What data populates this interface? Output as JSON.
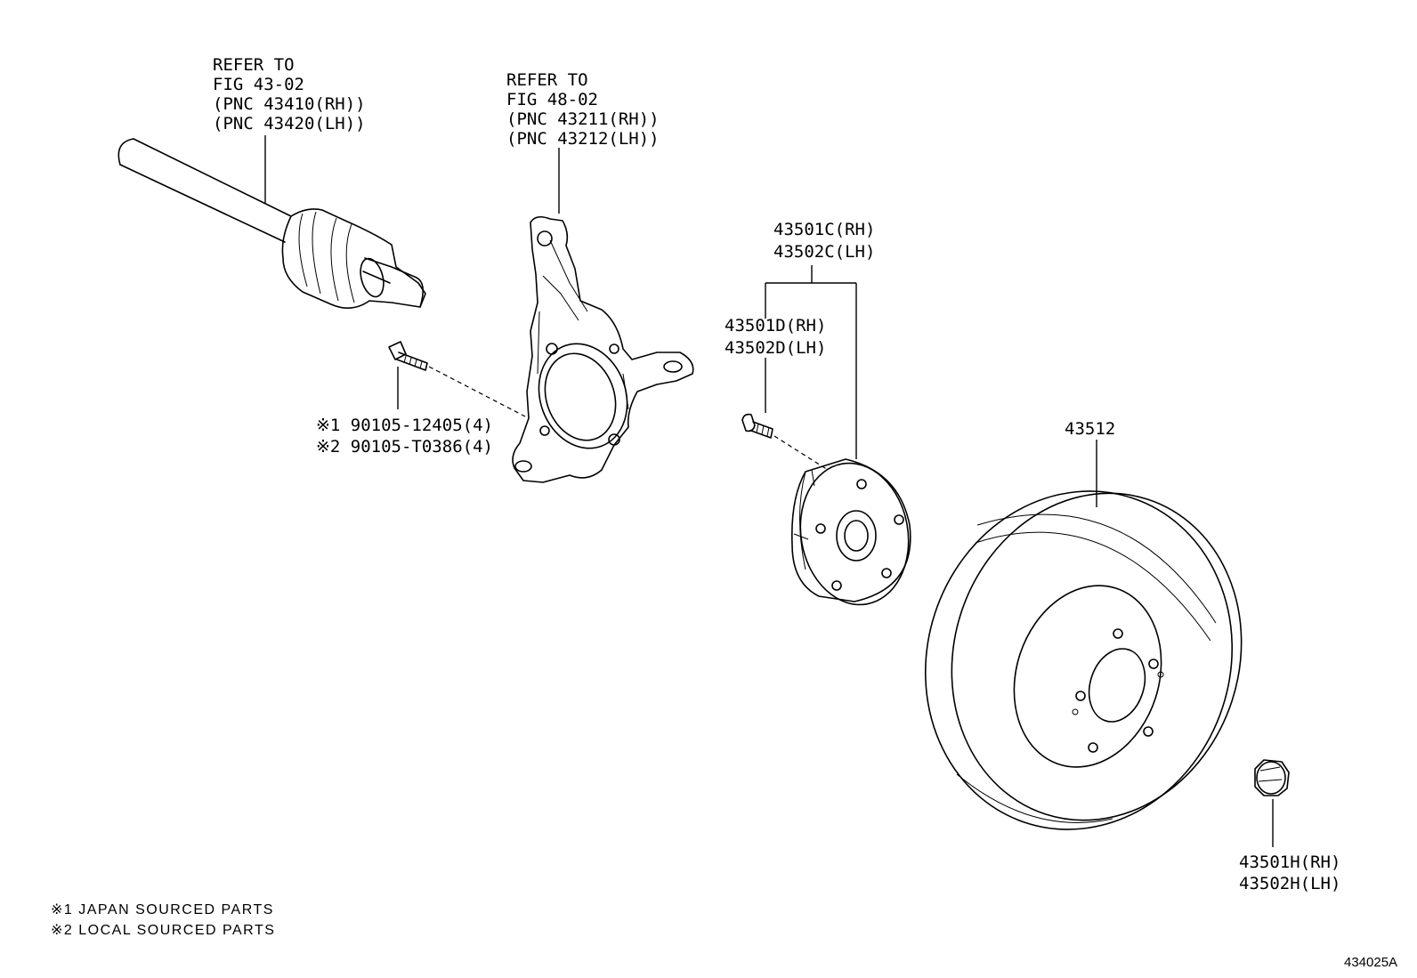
{
  "labels": {
    "drive_shaft_ref": [
      "REFER TO",
      "FIG 43-02",
      "(PNC 43410(RH))",
      "(PNC 43420(LH))"
    ],
    "knuckle_ref": [
      "REFER TO",
      "FIG 48-02",
      "(PNC 43211(RH))",
      "(PNC 43212(LH))"
    ],
    "hub_bolt_parts": [
      "※1 90105-12405(4)",
      "※2 90105-T0386(4)"
    ],
    "hub_assembly": [
      "43501C(RH)",
      "43502C(LH)"
    ],
    "hub_stud": [
      "43501D(RH)",
      "43502D(LH)"
    ],
    "disc": "43512",
    "nut": [
      "43501H(RH)",
      "43502H(LH)"
    ]
  },
  "notes": [
    "※1 JAPAN SOURCED PARTS",
    "※2 LOCAL SOURCED PARTS"
  ],
  "figure_code": "434025A"
}
